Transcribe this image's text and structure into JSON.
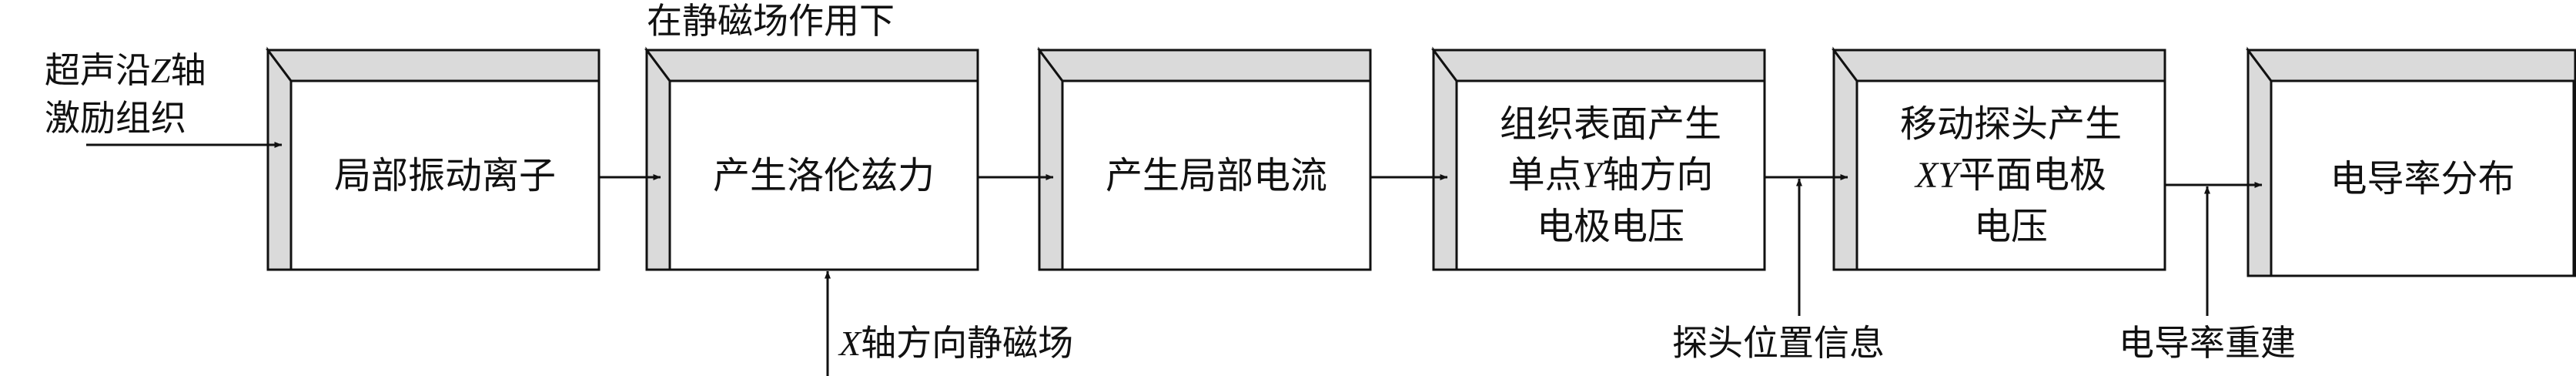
{
  "blocks": [
    {
      "id": "b1",
      "lines": [
        "局部振动离子"
      ]
    },
    {
      "id": "b2",
      "lines": [
        "产生洛伦兹力"
      ]
    },
    {
      "id": "b3",
      "lines": [
        "产生局部电流"
      ]
    },
    {
      "id": "b4",
      "lines": [
        "组织表面产生",
        "单点Y轴方向",
        "电极电压"
      ]
    },
    {
      "id": "b5",
      "lines": [
        "移动探头产生",
        "XY平面电极",
        "电压"
      ]
    },
    {
      "id": "b6",
      "lines": [
        "电导率分布"
      ]
    }
  ],
  "input_label": {
    "line1": "超声沿Z轴",
    "line2": "激励组织"
  },
  "top_label": "在静磁场作用下",
  "bottom_labels": {
    "magnetic_field": "X轴方向静磁场",
    "probe_position": "探头位置信息",
    "reconstruction": "电导率重建"
  }
}
